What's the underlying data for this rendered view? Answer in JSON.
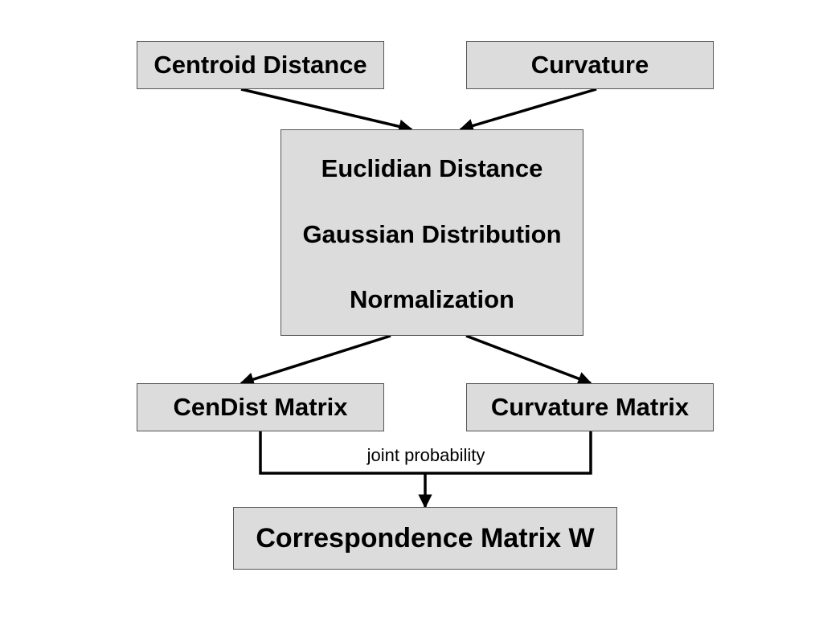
{
  "inputs": {
    "centroid_distance": "Centroid Distance",
    "curvature": "Curvature"
  },
  "process": {
    "step1": "Euclidian Distance",
    "step2": "Gaussian Distribution",
    "step3": "Normalization"
  },
  "matrices": {
    "cendist": "CenDist Matrix",
    "curvature": "Curvature Matrix"
  },
  "join_label": "joint probability",
  "output": "Correspondence Matrix W",
  "colors": {
    "box_fill": "#dcdcdc",
    "box_border": "#555555",
    "line": "#000000"
  }
}
